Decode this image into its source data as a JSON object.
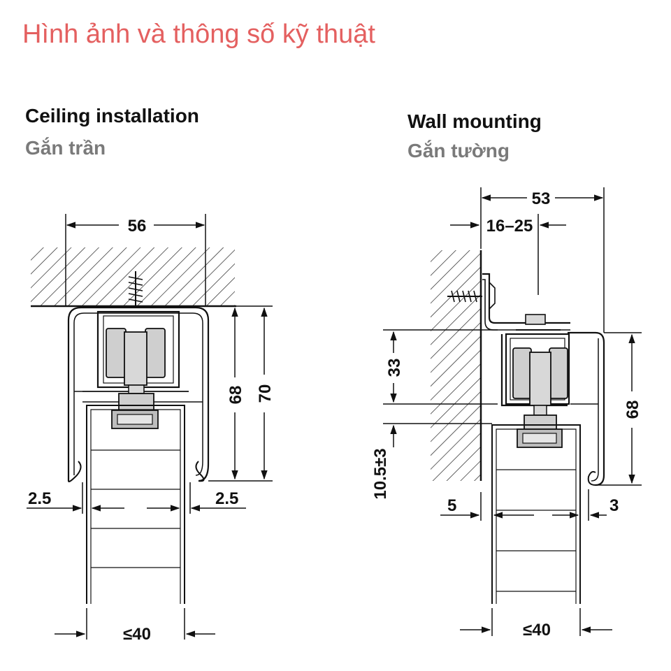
{
  "page": {
    "title": "Hình ảnh và thông số kỹ thuật"
  },
  "colors": {
    "title": "#e46060",
    "heading": "#111111",
    "subheading": "#7a7a7a",
    "line": "#111111",
    "roller": "#cfcfcf"
  },
  "ceiling": {
    "title": "Ceiling installation",
    "subtitle": "Gắn trần",
    "dims": {
      "width": "56",
      "height_a": "68",
      "height_b": "70",
      "gap_left": "2.5",
      "gap_right": "2.5",
      "door": "≤40"
    }
  },
  "wall": {
    "title": "Wall mounting",
    "subtitle": "Gắn tường",
    "dims": {
      "width": "53",
      "offset": "16–25",
      "height_a": "33",
      "height_b": "10.5±3",
      "height_c": "68",
      "gap_left": "5",
      "gap_right": "3",
      "door": "≤40"
    }
  }
}
